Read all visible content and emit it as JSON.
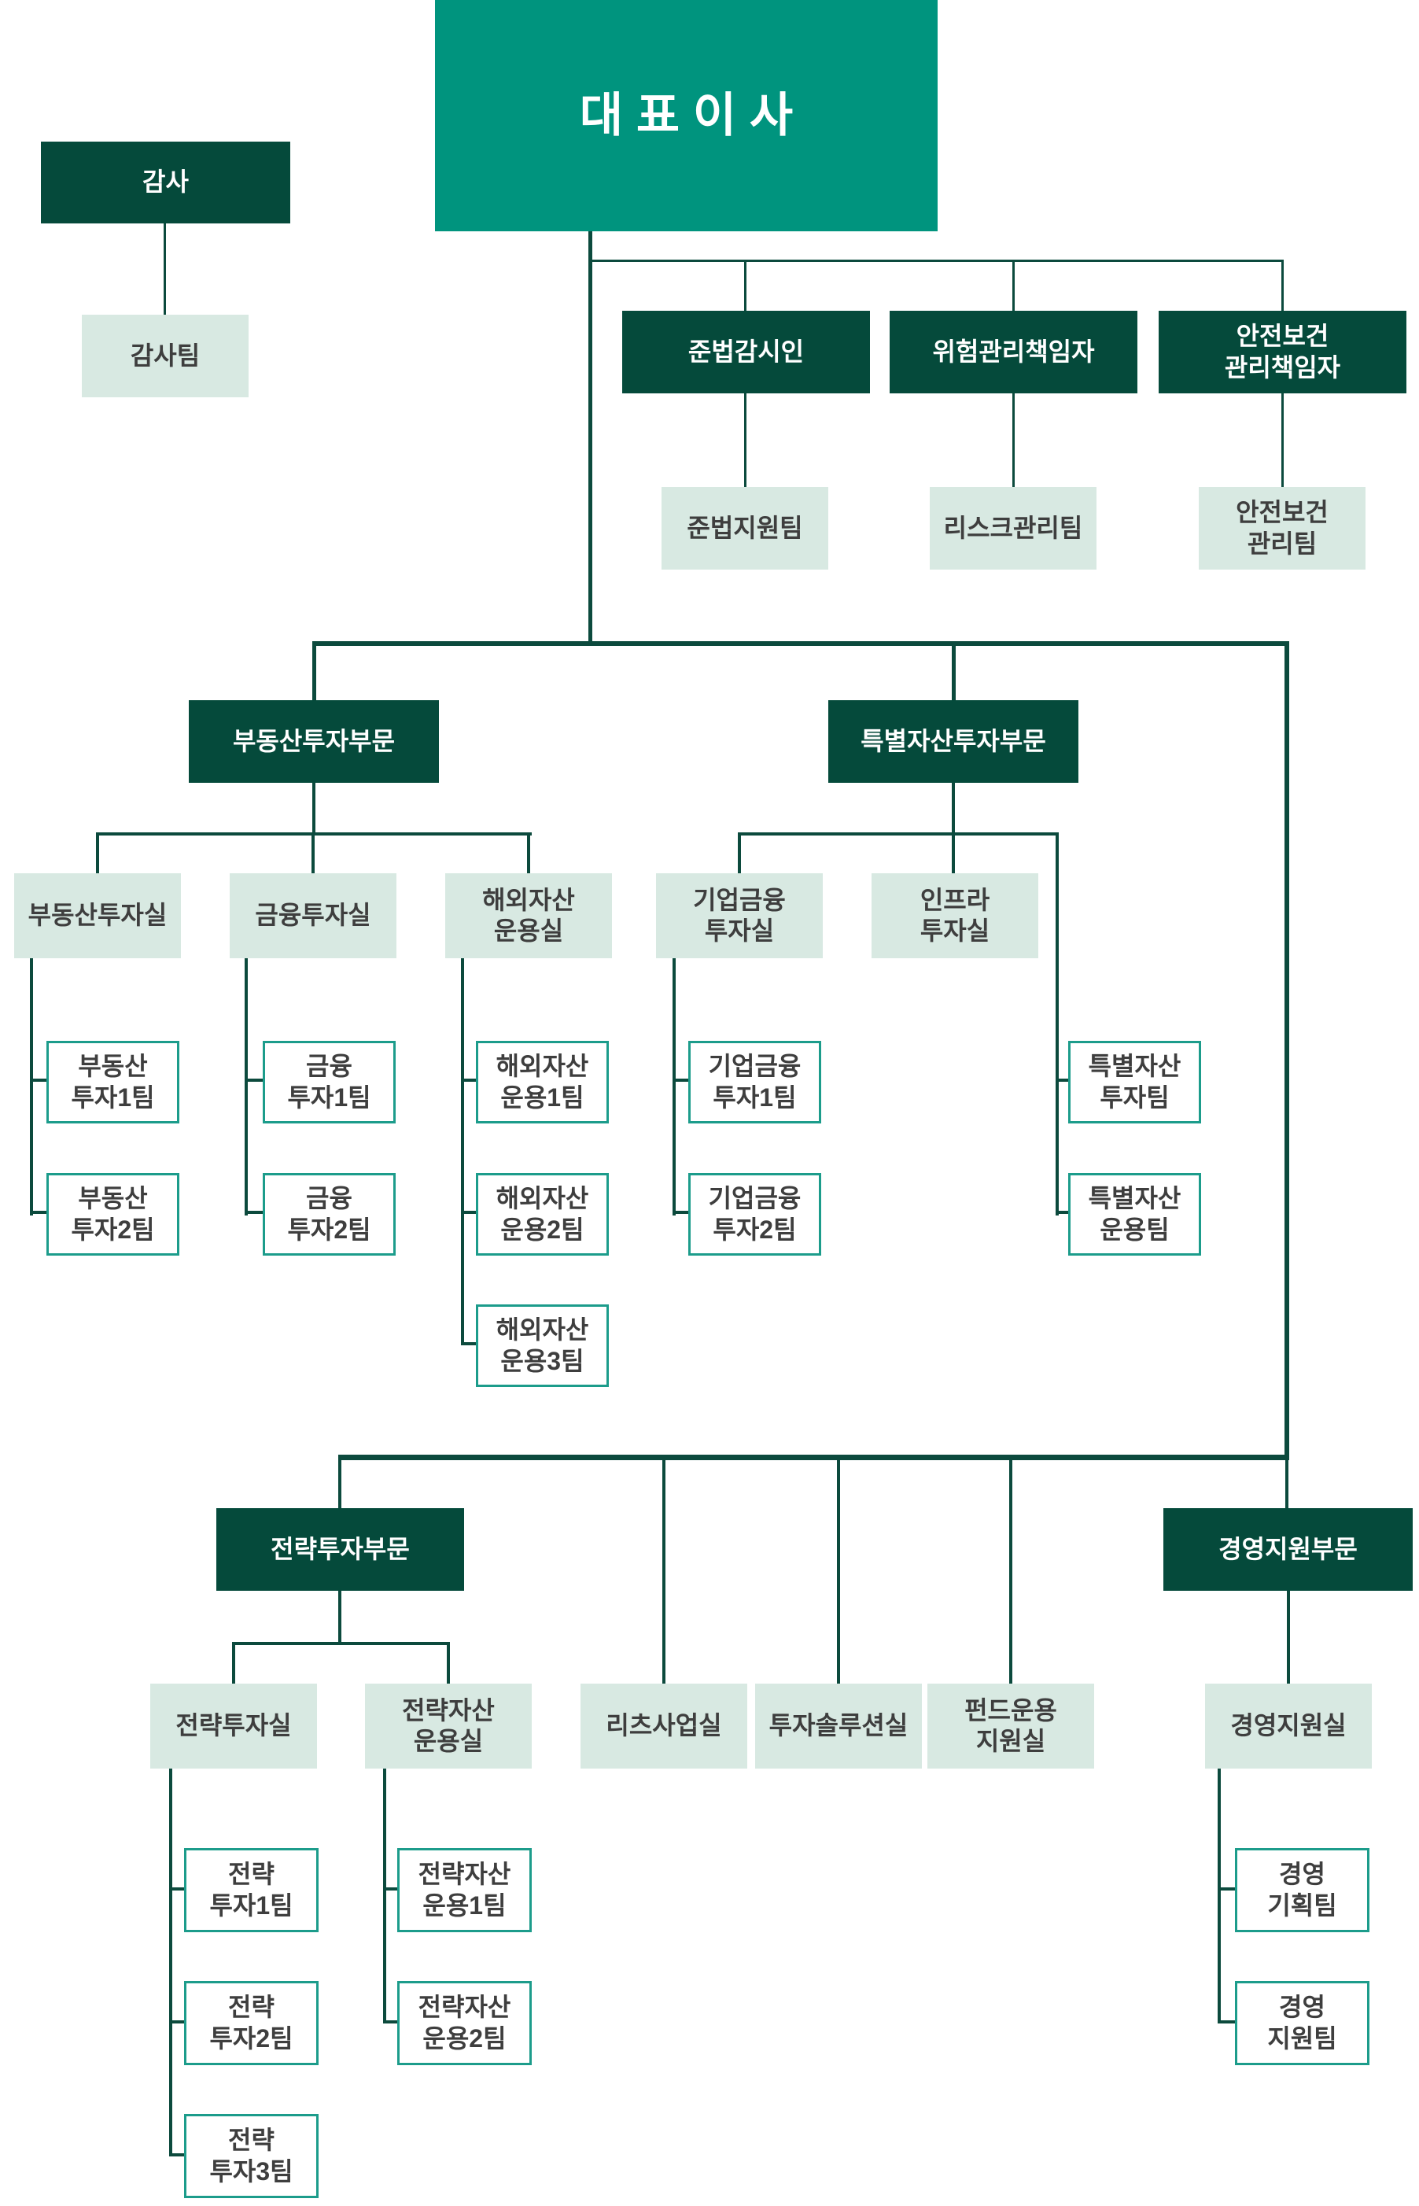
{
  "colors": {
    "teal": "#00947E",
    "dark_green": "#054A3B",
    "light_green": "#D8E9E2",
    "team_border": "#1C9C8B",
    "line": "#0C4A3D",
    "text_dark": "#3E3E3E",
    "text_white": "#FFFFFF"
  },
  "org": {
    "ceo": "대표이사",
    "audit": {
      "label": "감사",
      "team": "감사팀"
    },
    "staff": [
      {
        "label": "준법감시인",
        "team": "준법지원팀"
      },
      {
        "label": "위험관리책임자",
        "team": "리스크관리팀"
      },
      {
        "label": "안전보건\n관리책임자",
        "team": "안전보건\n관리팀"
      }
    ],
    "div1": {
      "label": "부동산투자부문",
      "offices": [
        {
          "label": "부동산투자실",
          "teams": [
            "부동산\n투자1팀",
            "부동산\n투자2팀"
          ]
        },
        {
          "label": "금융투자실",
          "teams": [
            "금융\n투자1팀",
            "금융\n투자2팀"
          ]
        },
        {
          "label": "해외자산\n운용실",
          "teams": [
            "해외자산\n운용1팀",
            "해외자산\n운용2팀",
            "해외자산\n운용3팀"
          ]
        }
      ]
    },
    "div2": {
      "label": "특별자산투자부문",
      "offices": [
        {
          "label": "기업금융\n투자실",
          "teams": [
            "기업금융\n투자1팀",
            "기업금융\n투자2팀"
          ]
        },
        {
          "label": "인프라\n투자실",
          "teams": []
        }
      ],
      "direct_teams": [
        "특별자산\n투자팀",
        "특별자산\n운용팀"
      ]
    },
    "div3": {
      "label": "전략투자부문",
      "offices": [
        {
          "label": "전략투자실",
          "teams": [
            "전략\n투자1팀",
            "전략\n투자2팀",
            "전략\n투자3팀"
          ]
        },
        {
          "label": "전략자산\n운용실",
          "teams": [
            "전략자산\n운용1팀",
            "전략자산\n운용2팀"
          ]
        }
      ]
    },
    "direct_offices": [
      "리츠사업실",
      "투자솔루션실",
      "펀드운용\n지원실"
    ],
    "div4": {
      "label": "경영지원부문",
      "offices": [
        {
          "label": "경영지원실",
          "teams": [
            "경영\n기획팀",
            "경영\n지원팀"
          ]
        }
      ]
    }
  }
}
